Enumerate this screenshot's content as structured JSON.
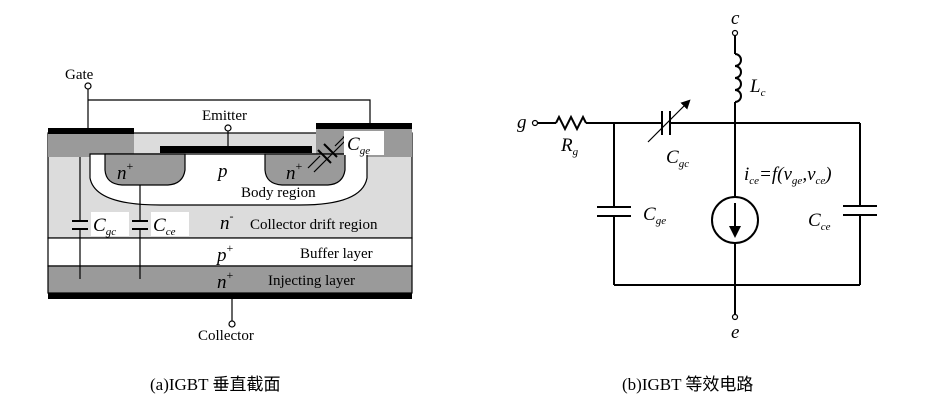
{
  "panel_a": {
    "terminals": {
      "gate": "Gate",
      "emitter": "Emitter",
      "collector": "Collector"
    },
    "regions": {
      "n_plus_left": {
        "base": "n",
        "sup": "+"
      },
      "n_plus_right": {
        "base": "n",
        "sup": "+"
      },
      "p": "p",
      "body_region": "Body region",
      "n_minus": {
        "base": "n",
        "sup": "-"
      },
      "drift_region": "Collector drift region",
      "p_plus": {
        "base": "p",
        "sup": "+"
      },
      "buffer_layer": "Buffer layer",
      "n_plus_inject": {
        "base": "n",
        "sup": "+"
      },
      "injecting_layer": "Injecting layer"
    },
    "caps": {
      "cgc": {
        "base": "C",
        "sub": "gc"
      },
      "cce": {
        "base": "C",
        "sub": "ce"
      },
      "cge": {
        "base": "C",
        "sub": "ge"
      }
    },
    "caption": "(a)IGBT 垂直截面"
  },
  "panel_b": {
    "nodes": {
      "c": "c",
      "g": "g",
      "e": "e"
    },
    "rg": {
      "base": "R",
      "sub": "g"
    },
    "lc": {
      "base": "L",
      "sub": "c"
    },
    "cgc": {
      "base": "C",
      "sub": "gc"
    },
    "cge": {
      "base": "C",
      "sub": "ge"
    },
    "cce": {
      "base": "C",
      "sub": "ce"
    },
    "source": {
      "i": "i",
      "i_sub": "ce",
      "eq": "=f(v",
      "v1_sub": "ge",
      "comma": ",v",
      "v2_sub": "ce",
      "close": ")"
    },
    "caption": "(b)IGBT 等效电路"
  }
}
